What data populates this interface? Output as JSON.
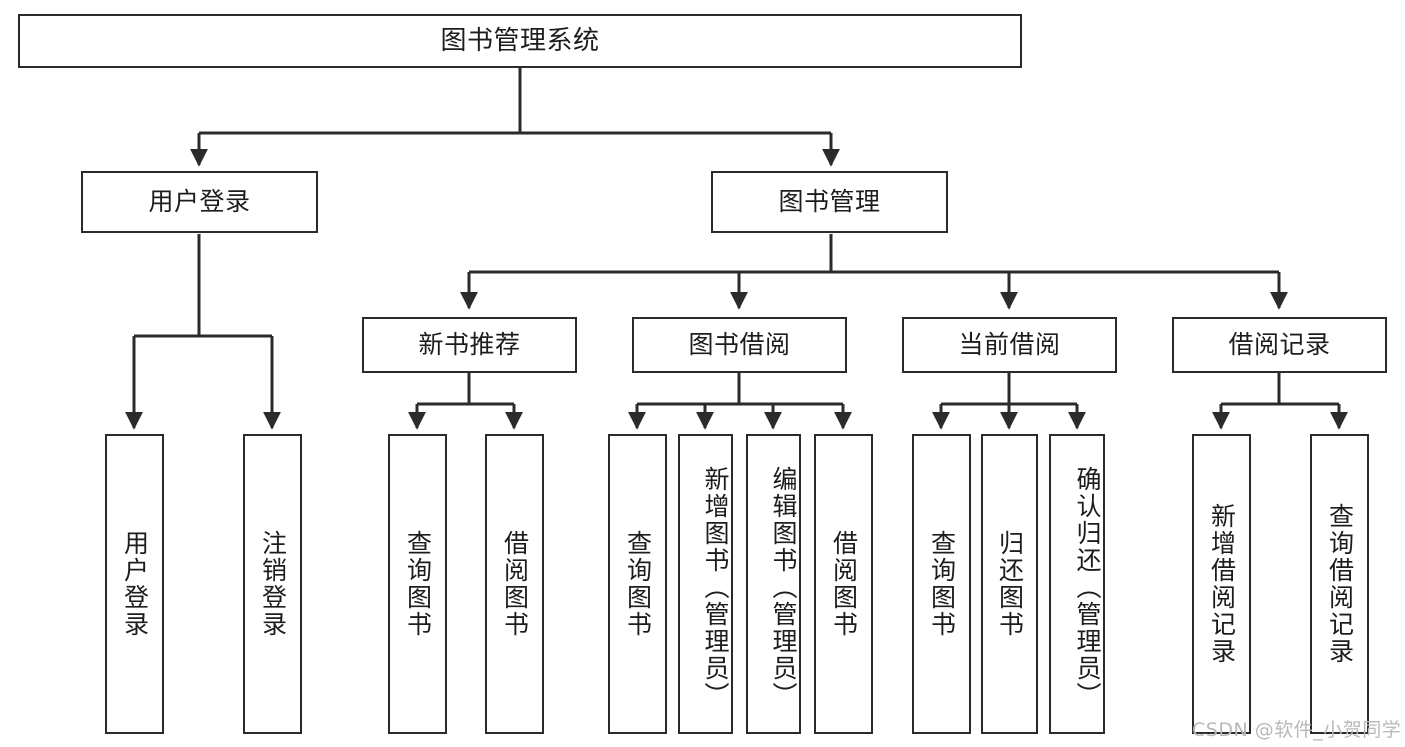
{
  "diagram": {
    "title": "图书管理系统",
    "type": "tree",
    "watermark": "CSDN @软件_小贺同学",
    "colors": {
      "border": "#2b2b2b",
      "background": "#ffffff",
      "text": "#1d1d1d",
      "watermark": "#b9b9b9"
    },
    "nodes": {
      "root": "图书管理系统",
      "level2": {
        "user_login": "用户登录",
        "book_manage": "图书管理"
      },
      "level3": {
        "new_book_rec": "新书推荐",
        "book_borrow": "图书借阅",
        "current_borrow": "当前借阅",
        "borrow_record": "借阅记录"
      },
      "leaves": {
        "user_login_1": "用户登录",
        "user_login_2": "注销登录",
        "new_book_rec_1": "查询图书",
        "new_book_rec_2": "借阅图书",
        "book_borrow_1": "查询图书",
        "book_borrow_2": "新增图书（管理员）",
        "book_borrow_3": "编辑图书（管理员）",
        "book_borrow_4": "借阅图书",
        "current_borrow_1": "查询图书",
        "current_borrow_2": "归还图书",
        "current_borrow_3": "确认归还（管理员）",
        "borrow_record_1": "新增借阅记录",
        "borrow_record_2": "查询借阅记录"
      }
    },
    "edges": [
      {
        "from": "root",
        "to": "user_login"
      },
      {
        "from": "root",
        "to": "book_manage"
      },
      {
        "from": "user_login",
        "to": "user_login_1"
      },
      {
        "from": "user_login",
        "to": "user_login_2"
      },
      {
        "from": "book_manage",
        "to": "new_book_rec"
      },
      {
        "from": "book_manage",
        "to": "book_borrow"
      },
      {
        "from": "book_manage",
        "to": "current_borrow"
      },
      {
        "from": "book_manage",
        "to": "borrow_record"
      },
      {
        "from": "new_book_rec",
        "to": "new_book_rec_1"
      },
      {
        "from": "new_book_rec",
        "to": "new_book_rec_2"
      },
      {
        "from": "book_borrow",
        "to": "book_borrow_1"
      },
      {
        "from": "book_borrow",
        "to": "book_borrow_2"
      },
      {
        "from": "book_borrow",
        "to": "book_borrow_3"
      },
      {
        "from": "book_borrow",
        "to": "book_borrow_4"
      },
      {
        "from": "current_borrow",
        "to": "current_borrow_1"
      },
      {
        "from": "current_borrow",
        "to": "current_borrow_2"
      },
      {
        "from": "current_borrow",
        "to": "current_borrow_3"
      },
      {
        "from": "borrow_record",
        "to": "borrow_record_1"
      },
      {
        "from": "borrow_record",
        "to": "borrow_record_2"
      }
    ]
  }
}
